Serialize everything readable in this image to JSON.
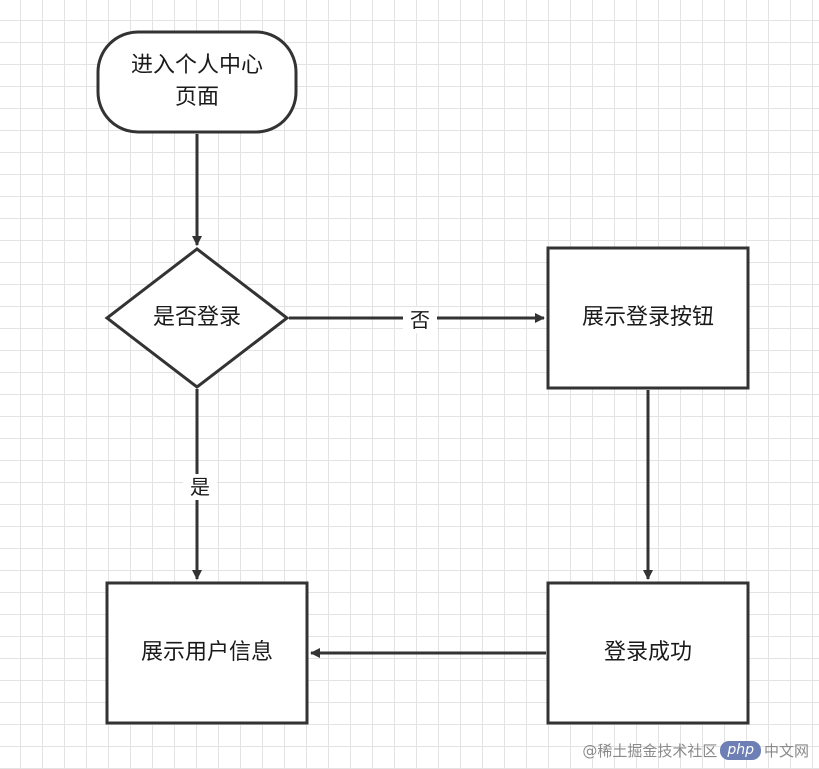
{
  "nodes": {
    "start": "进入个人中心\n页面",
    "decision": "是否登录",
    "show_login": "展示登录按钮",
    "login_success": "登录成功",
    "show_user_info": "展示用户信息"
  },
  "edges": {
    "no": "否",
    "yes": "是"
  },
  "watermark": {
    "prefix": "@稀土掘金技术社区",
    "badge": "php",
    "suffix": "中文网"
  }
}
